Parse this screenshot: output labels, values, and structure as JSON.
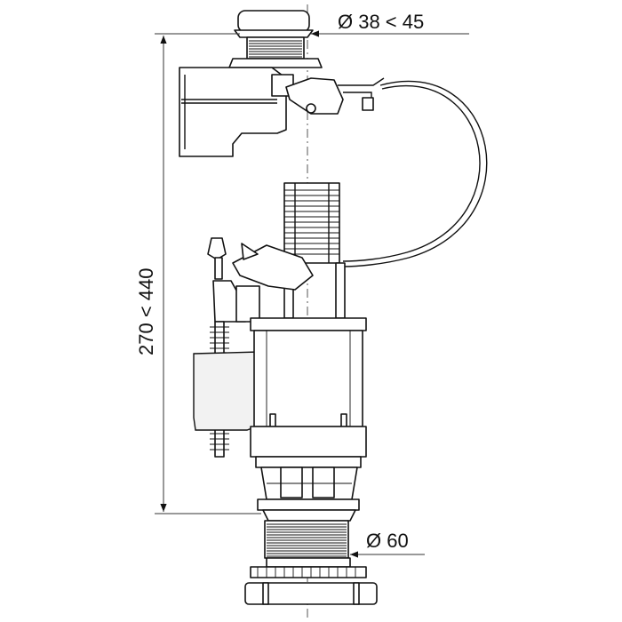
{
  "dimensions": {
    "top_diameter": "Ø 38 < 45",
    "height_range": "270 < 440",
    "bottom_diameter": "Ø 60"
  },
  "colors": {
    "line": "#111111",
    "shade": "#d9d9d9",
    "background": "#ffffff"
  }
}
